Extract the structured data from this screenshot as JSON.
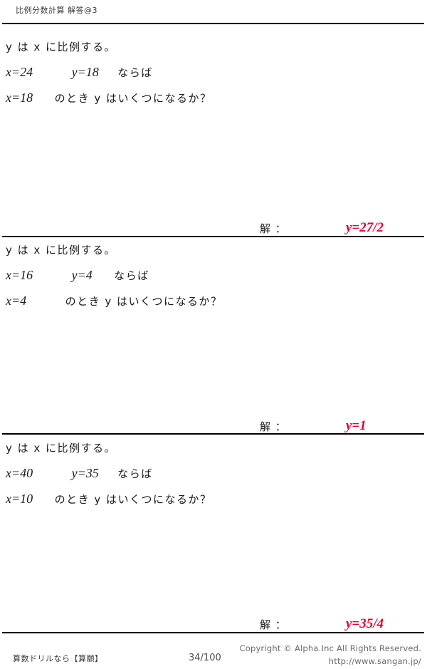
{
  "header": {
    "title": "比例分数計算  解答@3"
  },
  "problems": [
    {
      "statement": "y は x に比例する。",
      "given_x_label": "x=24",
      "given_y_label": "y=18",
      "condition_word": "ならば",
      "question_x_label": "x=18",
      "question_text": "のとき y はいくつになるか？",
      "answer_label": "解 ：",
      "answer_value": "y=27/2"
    },
    {
      "statement": "y は x に比例する。",
      "given_x_label": "x=16",
      "given_y_label": "y=4",
      "condition_word": "ならば",
      "question_x_label": "x=4",
      "question_text": "のとき y はいくつになるか？",
      "answer_label": "解 ：",
      "answer_value": "y=1"
    },
    {
      "statement": "y は x に比例する。",
      "given_x_label": "x=40",
      "given_y_label": "y=35",
      "condition_word": "ならば",
      "question_x_label": "x=10",
      "question_text": "のとき y はいくつになるか？",
      "answer_label": "解 ：",
      "answer_value": "y=35/4"
    }
  ],
  "footer": {
    "brand": "算数ドリルなら【算願】",
    "page": "34/100",
    "copyright": "Copyright ©  Alpha.Inc All Rights Reserved.",
    "url": "http://www.sangan.jp/"
  },
  "colors": {
    "answer_red": "#e3002b",
    "rule_black": "#000000",
    "body_text": "#1a1a1a"
  }
}
